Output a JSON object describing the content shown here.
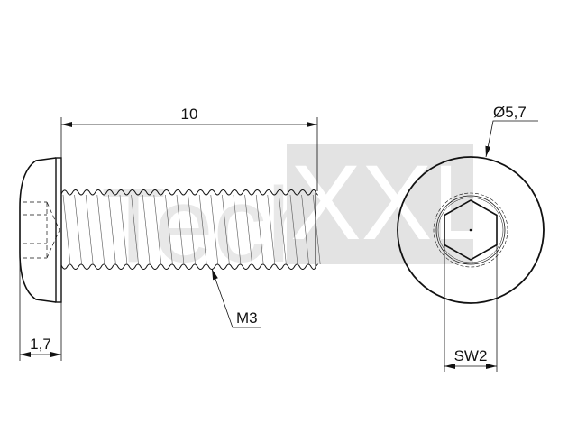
{
  "watermark": {
    "brand_left": "Tech",
    "brand_right": "XXL"
  },
  "dimensions": {
    "length": "10",
    "head_height": "1,7",
    "thread": "M3",
    "head_diameter": "Ø5,7",
    "socket_size": "SW2"
  },
  "colors": {
    "line": "#111111",
    "watermark_text": "#e6e6e6",
    "watermark_box": "#e3e3e3"
  }
}
